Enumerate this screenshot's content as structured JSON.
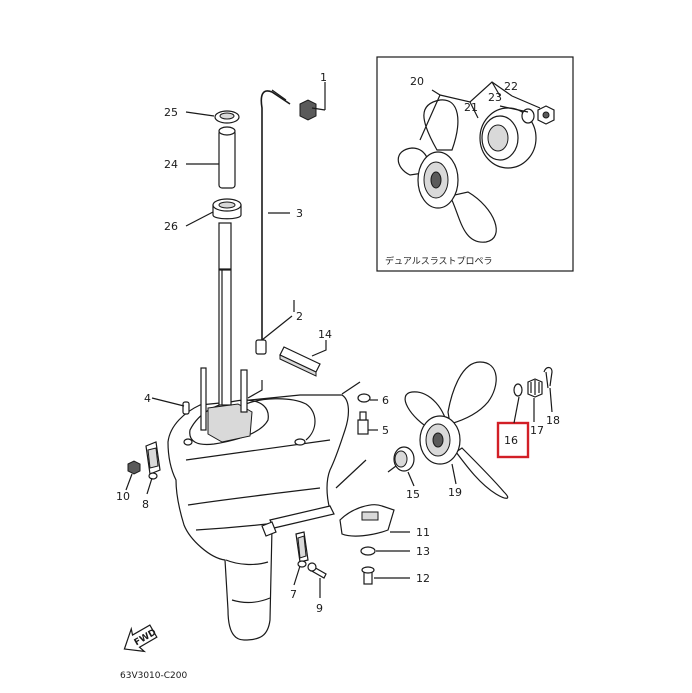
{
  "diagram": {
    "inset_caption": "デュアルスラストプロペラ",
    "figure_code": "63V3010-C200",
    "fwd_label": "FWD",
    "highlight_color": "#d21f26",
    "callouts": {
      "c1": "1",
      "c2": "2",
      "c3": "3",
      "c4": "4",
      "c5": "5",
      "c6": "6",
      "c7": "7",
      "c8": "8",
      "c9": "9",
      "c10": "10",
      "c11": "11",
      "c12": "12",
      "c13": "13",
      "c14": "14",
      "c15": "15",
      "c16": "16",
      "c17": "17",
      "c18": "18",
      "c19": "19",
      "c20": "20",
      "c21": "21",
      "c22": "22",
      "c23": "23",
      "c24": "24",
      "c25": "25",
      "c26": "26"
    }
  }
}
